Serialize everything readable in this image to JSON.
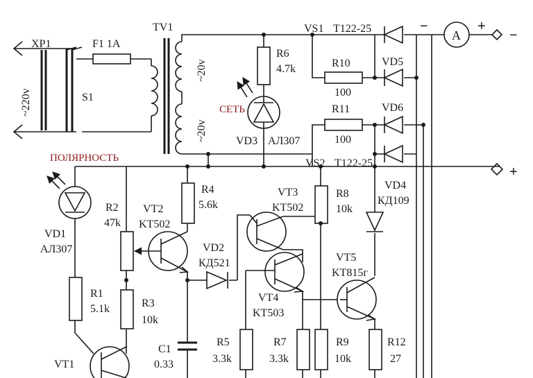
{
  "labels": {
    "xp1": "XP1",
    "mains_voltage": "~220v",
    "s1": "S1",
    "fuse": "F1 1A",
    "tv1": "TV1",
    "winding_top": "~20v",
    "winding_bottom": "~20v",
    "r6_name": "R6",
    "r6_val": "4.7k",
    "set": "СЕТЬ",
    "vd3": "VD3",
    "vd3_type": "АЛ307",
    "vs1": "VS1",
    "vs1_type": "T122-25",
    "r10_name": "R10",
    "r10_val": "100",
    "r11_name": "R11",
    "r11_val": "100",
    "vd5": "VD5",
    "vd6": "VD6",
    "vs2": "VS2",
    "vs2_type": "T122-25",
    "ammeter": "A",
    "minus_sign": "−",
    "plus_sign": "+",
    "polarity": "ПОЛЯРНОСТЬ",
    "vd1": "VD1",
    "vd1_type": "АЛ307",
    "r2_name": "R2",
    "r2_val": "47k",
    "r1_name": "R1",
    "r1_val": "5.1k",
    "r3_name": "R3",
    "r3_val": "10k",
    "vt1": "VT1",
    "vt2": "VT2",
    "vt2_type": "KT502",
    "r4_name": "R4",
    "r4_val": "5.6k",
    "vd2": "VD2",
    "vd2_type": "КД521",
    "c1_name": "C1",
    "c1_val": "0.33",
    "vt3": "VT3",
    "vt3_type": "KT502",
    "vt4": "VT4",
    "vt4_type": "KT503",
    "r5_name": "R5",
    "r5_val": "3.3k",
    "r7_name": "R7",
    "r7_val": "3.3k",
    "r8_name": "R8",
    "r8_val": "10k",
    "r9_name": "R9",
    "r9_val": "10k",
    "vd4": "VD4",
    "vd4_type": "КД109",
    "vt5": "VT5",
    "vt5_type": "KT815г",
    "r12_name": "R12",
    "r12_val": "27"
  }
}
